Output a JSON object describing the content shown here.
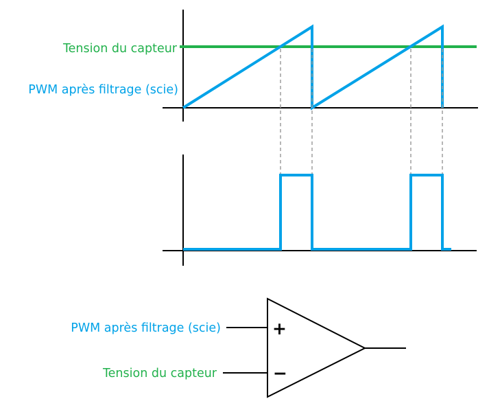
{
  "colors": {
    "waveform": "#00A2E8",
    "threshold": "#22B14C",
    "axis": "#000000",
    "guide": "#9E9E9E"
  },
  "sawtooth_chart": {
    "threshold_label": "Tension du capteur",
    "waveform_label": "PWM après filtrage (scie)"
  },
  "pulse_chart": {
    "description": "comparator-output-pulses"
  },
  "comparator": {
    "noninverting_input_label": "PWM après filtrage (scie)",
    "inverting_input_label": "Tension du capteur",
    "plus_sign": "+",
    "minus_sign": "−"
  }
}
